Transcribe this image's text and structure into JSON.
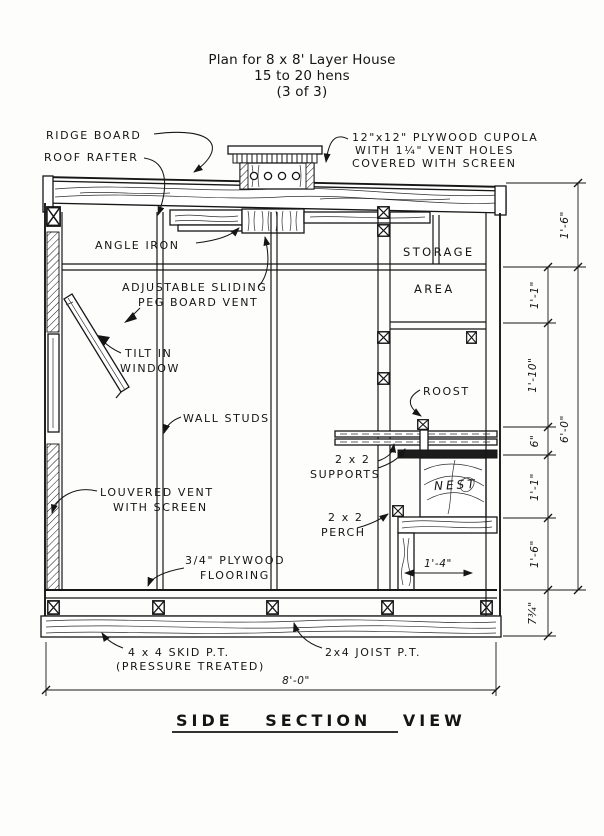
{
  "title": {
    "l1": "Plan for 8 x 8' Layer House",
    "l2": "15 to 20 hens",
    "l3": "(3 of 3)"
  },
  "labels": {
    "ridge_board": "RIDGE BOARD",
    "roof_rafter": "ROOF RAFTER",
    "cupola1": "12\"x12\" PLYWOOD CUPOLA",
    "cupola2": "WITH 1¼\" VENT HOLES",
    "cupola3": "COVERED WITH SCREEN",
    "angle_iron": "ANGLE IRON",
    "slide1": "ADJUSTABLE SLIDING",
    "slide2": "PEG BOARD VENT",
    "tilt1": "TILT IN",
    "tilt2": "WINDOW",
    "wall_studs": "WALL STUDS",
    "storage": "STORAGE",
    "area": "AREA",
    "roost": "ROOST",
    "sup1": "2 x 2",
    "sup2": "SUPPORTS",
    "nest": "NEST",
    "perch1": "2 x 2",
    "perch2": "PERCH",
    "louv1": "LOUVERED VENT",
    "louv2": "WITH SCREEN",
    "floor1": "3/4\" PLYWOOD",
    "floor2": "FLOORING",
    "skid1": "4 x 4 SKID P.T.",
    "skid2": "(PRESSURE TREATED)",
    "joist": "2x4 JOIST P.T."
  },
  "dims": {
    "overall_width": "8'-0\"",
    "nest_depth": "1'-4\"",
    "outer": [
      "1'-6\"",
      "6'-0\""
    ],
    "inner": [
      "1'-1\"",
      "1'-10\"",
      "6\"",
      "1'-1\"",
      "1'-6\"",
      "7¾\""
    ]
  },
  "footer": {
    "view_title": "SIDE SECTION VIEW"
  }
}
